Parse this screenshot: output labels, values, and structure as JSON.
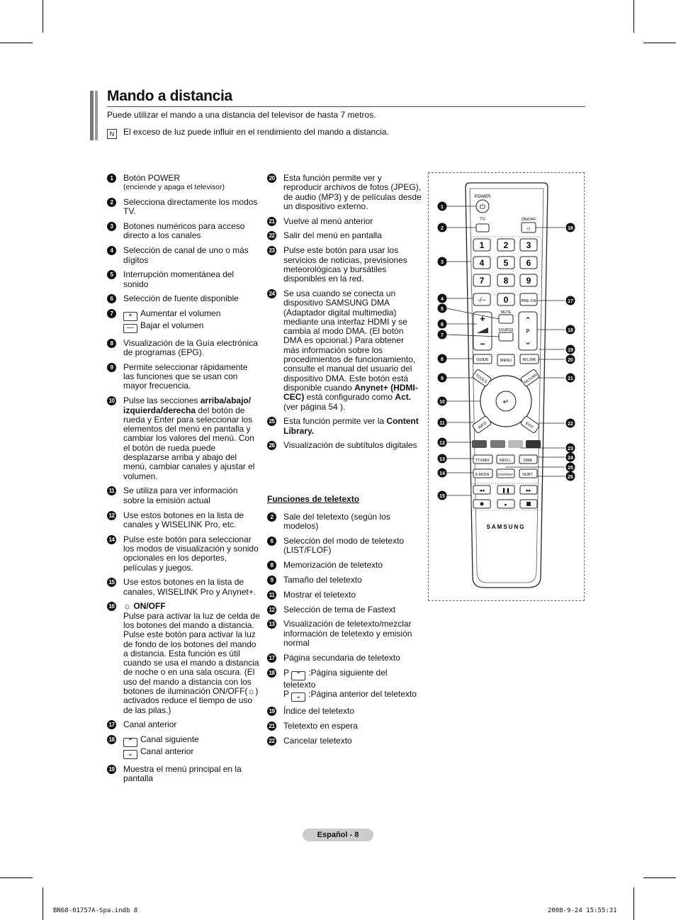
{
  "page": {
    "title": "Mando a distancia",
    "intro": "Puede utilizar el mando a una distancia del televisor de hasta 7 metros.",
    "note": "El exceso de luz puede influir en el rendimiento del mando a distancia.",
    "note_icon": "N"
  },
  "col1": [
    {
      "n": "1",
      "text": "Botón POWER",
      "sub": "(enciende y apaga el televisor)"
    },
    {
      "n": "2",
      "text": "Selecciona directamente los modos TV."
    },
    {
      "n": "3",
      "text": "Botones numéricos para acceso directo a los canales"
    },
    {
      "n": "4",
      "text": "Selección de canal de uno o más dígitos"
    },
    {
      "n": "5",
      "text": "Interrupción momentánea del sonido"
    },
    {
      "n": "6",
      "text": "Selección de fuente disponible"
    },
    {
      "n": "7",
      "line1": "Aumentar el volumen",
      "line2": "Bajar el volumen",
      "sym1": "+",
      "sym2": "—"
    },
    {
      "n": "8",
      "text": "Visualización de la Guía electrónica de programas (EPG)."
    },
    {
      "n": "9",
      "text": "Permite seleccionar rápidamente las funciones que se usan con mayor frecuencia."
    },
    {
      "n": "10",
      "pre": "Pulse las secciones ",
      "bold": "arriba/abajo/ izquierda/derecha",
      "post": " del botón de rueda y Enter para seleccionar los elementos del menú en pantalla y cambiar los valores del menú. Con el botón de rueda puede desplazarse arriba y abajo del menú, cambiar canales y ajustar el volumen."
    },
    {
      "n": "11",
      "text": "Se utiliza para ver información sobre la emisión actual"
    },
    {
      "n": "12",
      "text": "Use estos botones en la lista de canales y WISELINK Pro, etc."
    },
    {
      "n": "14",
      "text": "Pulse este botón para seleccionar los modos de visualización y sonido opcionales en los deportes, películas y juegos."
    },
    {
      "n": "15",
      "text": "Use estos botones en la lista de canales, WISELINK Pro y Anynet+."
    },
    {
      "n": "16",
      "head": "ON/OFF",
      "text1": "Pulse para activar la luz de celda de los botones del mando a distancia. Pulse este botón para activar la luz de fondo de los botones del mando a distancia. Esta función es útil cuando se usa el mando a distancia de noche o en una sala oscura. (El uso del mando a distancia con los botones de iluminación ON/OFF(",
      "text2": ") activados reduce el tiempo de uso de las pilas.)"
    },
    {
      "n": "17",
      "text": "Canal anterior"
    },
    {
      "n": "18",
      "line1": "Canal siguiente",
      "line2": "Canal anterior",
      "sym1": "⌃",
      "sym2": "⌄"
    },
    {
      "n": "19",
      "text": "Muestra el menú principal en la pantalla"
    }
  ],
  "col2": [
    {
      "n": "20",
      "text": "Esta función permite ver y reproducir archivos de fotos (JPEG), de audio (MP3) y de películas desde un dispositivo externo."
    },
    {
      "n": "21",
      "text": "Vuelve al menú anterior"
    },
    {
      "n": "22",
      "text": "Salir del menú en pantalla"
    },
    {
      "n": "23",
      "text": "Pulse este botón para usar los servicios de noticias, previsiones meteorológicas y bursátiles disponibles en la red."
    },
    {
      "n": "24",
      "pre": "Se usa cuando se conecta un dispositivo SAMSUNG DMA (Adaptador digital multimedia) mediante una interfaz HDMI y se cambia al modo DMA. (El botón DMA es opcional.) Para obtener más información sobre los procedimientos de funcionamiento, consulte el manual del usuario del dispositivo DMA. Este botón está disponible cuando ",
      "bold": "Anynet+ (HDMI-CEC)",
      "mid": " está configurado como ",
      "bold2": "Act.",
      "post": " (ver página 54 )."
    },
    {
      "n": "25",
      "pre": "Esta función permite ver la ",
      "bold": "Content Library."
    },
    {
      "n": "26",
      "text": "Visualización de subtítulos digitales"
    }
  ],
  "teletext": {
    "heading": "Funciones de teletexto",
    "items": [
      {
        "n": "2",
        "text": "Sale del teletexto (según los modelos)"
      },
      {
        "n": "6",
        "text": "Selección del modo de teletexto (LIST/FLOF)"
      },
      {
        "n": "8",
        "text": "Memorización de teletexto"
      },
      {
        "n": "9",
        "text": "Tamaño del teletexto"
      },
      {
        "n": "11",
        "text": "Mostrar el teletexto"
      },
      {
        "n": "12",
        "text": "Selección de tema de Fastext"
      },
      {
        "n": "13",
        "text": "Visualización de teletexto/mezclar información de teletexto y emisión normal"
      },
      {
        "n": "17",
        "text": "Página secundaria de teletexto"
      },
      {
        "n": "18",
        "p": "P",
        "line1": ":Página siguiente del teletexto",
        "line2": ":Página anterior del teletexto",
        "sym1": "⌃",
        "sym2": "⌄"
      },
      {
        "n": "19",
        "text": "Índice del teletexto"
      },
      {
        "n": "21",
        "text": "Teletexto en espera"
      },
      {
        "n": "22",
        "text": "Cancelar teletexto"
      }
    ]
  },
  "remote": {
    "labels": {
      "power": "POWER",
      "tv": "TV",
      "onoff": "ON/OFF",
      "prech": "PRE-CH",
      "mute": "MUTE",
      "source": "SOURCE",
      "p": "P",
      "guide": "GUIDE",
      "wlink": "W.LINK",
      "menu": "MENU",
      "tools": "TOOLS",
      "return": "RETURN",
      "info": "INFO",
      "exit": "EXIT",
      "ttx": "TTX/MIX",
      "infol": "INFO.L",
      "dma": "DMA",
      "emode": "E.MODE",
      "content": "CONTENT",
      "subt": "SUBT.",
      "brand": "SAMSUNG",
      "dash": "-/--"
    },
    "digits": [
      "1",
      "2",
      "3",
      "4",
      "5",
      "6",
      "7",
      "8",
      "9",
      "0"
    ],
    "callouts_left": [
      "1",
      "2",
      "3",
      "4",
      "5",
      "6",
      "7",
      "8",
      "9",
      "10",
      "11",
      "12",
      "13",
      "14",
      "15"
    ],
    "callouts_right": [
      "16",
      "17",
      "18",
      "19",
      "20",
      "21",
      "22",
      "23",
      "24",
      "25",
      "26"
    ],
    "colors": {
      "red": "#555",
      "green": "#777",
      "yellow": "#bbb",
      "blue": "#333"
    }
  },
  "footer": {
    "page_label": "Español - 8",
    "print_left": "BN68-01757A-Spa.indb   8",
    "print_right": "2008-9-24   15:55:31"
  }
}
